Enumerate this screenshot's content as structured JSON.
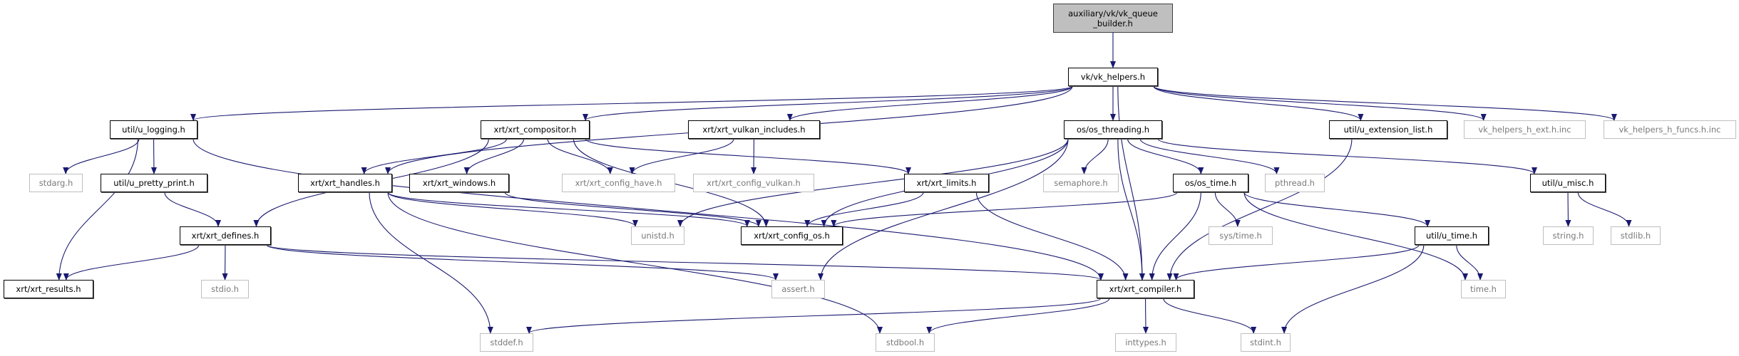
{
  "graph": {
    "edge_color": "#191970",
    "nodes": {
      "root": {
        "label": "auxiliary/vk/vk_queue\n_builder.h",
        "kind": "root"
      },
      "vk_helpers": {
        "label": "vk/vk_helpers.h",
        "kind": "local"
      },
      "u_logging": {
        "label": "util/u_logging.h",
        "kind": "local"
      },
      "xrt_compositor": {
        "label": "xrt/xrt_compositor.h",
        "kind": "local"
      },
      "xrt_vulkan_includes": {
        "label": "xrt/xrt_vulkan_includes.h",
        "kind": "local"
      },
      "os_threading": {
        "label": "os/os_threading.h",
        "kind": "local"
      },
      "u_extension_list": {
        "label": "util/u_extension_list.h",
        "kind": "local"
      },
      "vk_helpers_h_ext": {
        "label": "vk_helpers_h_ext.h.inc",
        "kind": "ext"
      },
      "vk_helpers_h_funcs": {
        "label": "vk_helpers_h_funcs.h.inc",
        "kind": "ext"
      },
      "stdarg": {
        "label": "stdarg.h",
        "kind": "ext"
      },
      "u_pretty_print": {
        "label": "util/u_pretty_print.h",
        "kind": "local"
      },
      "xrt_handles": {
        "label": "xrt/xrt_handles.h",
        "kind": "local"
      },
      "xrt_windows": {
        "label": "xrt/xrt_windows.h",
        "kind": "local"
      },
      "xrt_config_have": {
        "label": "xrt/xrt_config_have.h",
        "kind": "ext"
      },
      "xrt_config_vulkan": {
        "label": "xrt/xrt_config_vulkan.h",
        "kind": "ext"
      },
      "xrt_limits": {
        "label": "xrt/xrt_limits.h",
        "kind": "local"
      },
      "semaphore": {
        "label": "semaphore.h",
        "kind": "ext"
      },
      "os_time": {
        "label": "os/os_time.h",
        "kind": "local"
      },
      "pthread": {
        "label": "pthread.h",
        "kind": "ext"
      },
      "u_misc": {
        "label": "util/u_misc.h",
        "kind": "local"
      },
      "xrt_defines": {
        "label": "xrt/xrt_defines.h",
        "kind": "local"
      },
      "unistd": {
        "label": "unistd.h",
        "kind": "ext"
      },
      "xrt_config_os": {
        "label": "xrt/xrt_config_os.h",
        "kind": "local"
      },
      "sys_time": {
        "label": "sys/time.h",
        "kind": "ext"
      },
      "u_time": {
        "label": "util/u_time.h",
        "kind": "local"
      },
      "string": {
        "label": "string.h",
        "kind": "ext"
      },
      "stdlib": {
        "label": "stdlib.h",
        "kind": "ext"
      },
      "xrt_results": {
        "label": "xrt/xrt_results.h",
        "kind": "local"
      },
      "stdio": {
        "label": "stdio.h",
        "kind": "ext"
      },
      "assert": {
        "label": "assert.h",
        "kind": "ext"
      },
      "xrt_compiler": {
        "label": "xrt/xrt_compiler.h",
        "kind": "local"
      },
      "time": {
        "label": "time.h",
        "kind": "ext"
      },
      "stddef": {
        "label": "stddef.h",
        "kind": "ext"
      },
      "stdbool": {
        "label": "stdbool.h",
        "kind": "ext"
      },
      "inttypes": {
        "label": "inttypes.h",
        "kind": "ext"
      },
      "stdint": {
        "label": "stdint.h",
        "kind": "ext"
      }
    },
    "edges": [
      [
        "root",
        "vk_helpers"
      ],
      [
        "vk_helpers",
        "u_logging"
      ],
      [
        "vk_helpers",
        "xrt_handles"
      ],
      [
        "vk_helpers",
        "xrt_compositor"
      ],
      [
        "vk_helpers",
        "xrt_vulkan_includes"
      ],
      [
        "vk_helpers",
        "os_threading"
      ],
      [
        "vk_helpers",
        "xrt_compiler"
      ],
      [
        "vk_helpers",
        "u_extension_list"
      ],
      [
        "vk_helpers",
        "vk_helpers_h_ext"
      ],
      [
        "vk_helpers",
        "vk_helpers_h_funcs"
      ],
      [
        "u_logging",
        "xrt_results"
      ],
      [
        "u_logging",
        "stdarg"
      ],
      [
        "u_logging",
        "u_pretty_print"
      ],
      [
        "u_logging",
        "xrt_compiler"
      ],
      [
        "u_pretty_print",
        "xrt_defines"
      ],
      [
        "xrt_compositor",
        "xrt_defines"
      ],
      [
        "xrt_compositor",
        "xrt_handles"
      ],
      [
        "xrt_compositor",
        "xrt_windows"
      ],
      [
        "xrt_compositor",
        "xrt_config_have"
      ],
      [
        "xrt_compositor",
        "xrt_config_os"
      ],
      [
        "xrt_compositor",
        "xrt_limits"
      ],
      [
        "xrt_vulkan_includes",
        "xrt_config_have"
      ],
      [
        "xrt_vulkan_includes",
        "xrt_config_vulkan"
      ],
      [
        "xrt_handles",
        "stddef"
      ],
      [
        "xrt_handles",
        "stdbool"
      ],
      [
        "xrt_handles",
        "unistd"
      ],
      [
        "xrt_handles",
        "xrt_config_os"
      ],
      [
        "xrt_windows",
        "xrt_config_os"
      ],
      [
        "xrt_defines",
        "xrt_results"
      ],
      [
        "xrt_defines",
        "stdio"
      ],
      [
        "xrt_defines",
        "assert"
      ],
      [
        "xrt_defines",
        "xrt_compiler"
      ],
      [
        "os_threading",
        "unistd"
      ],
      [
        "os_threading",
        "xrt_config_os"
      ],
      [
        "os_threading",
        "assert"
      ],
      [
        "os_threading",
        "semaphore"
      ],
      [
        "os_threading",
        "xrt_compiler"
      ],
      [
        "os_threading",
        "os_time"
      ],
      [
        "os_threading",
        "pthread"
      ],
      [
        "os_threading",
        "u_misc"
      ],
      [
        "xrt_limits",
        "xrt_config_os"
      ],
      [
        "xrt_limits",
        "xrt_compiler"
      ],
      [
        "os_time",
        "xrt_config_os"
      ],
      [
        "os_time",
        "xrt_compiler"
      ],
      [
        "os_time",
        "sys_time"
      ],
      [
        "os_time",
        "u_time"
      ],
      [
        "os_time",
        "time"
      ],
      [
        "u_extension_list",
        "xrt_compiler"
      ],
      [
        "u_misc",
        "string"
      ],
      [
        "u_misc",
        "stdlib"
      ],
      [
        "u_time",
        "xrt_compiler"
      ],
      [
        "u_time",
        "time"
      ],
      [
        "u_time",
        "stdint"
      ],
      [
        "xrt_compiler",
        "stddef"
      ],
      [
        "xrt_compiler",
        "stdbool"
      ],
      [
        "xrt_compiler",
        "inttypes"
      ],
      [
        "xrt_compiler",
        "stdint"
      ]
    ]
  }
}
